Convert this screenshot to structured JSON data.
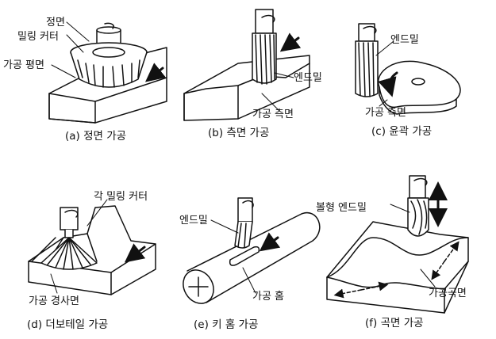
{
  "panels": [
    {
      "id": "a",
      "caption": "(a) 정면 가공",
      "labels": {
        "tool": "정면",
        "tool_line2": "밀링 커터",
        "surface": "가공 평면"
      }
    },
    {
      "id": "b",
      "caption": "(b) 측면 가공",
      "labels": {
        "tool": "엔드밀",
        "surface": "가공 측면"
      }
    },
    {
      "id": "c",
      "caption": "(c) 윤곽 가공",
      "labels": {
        "tool": "엔드밀",
        "surface": "가공 측면"
      }
    },
    {
      "id": "d",
      "caption": "(d) 더보테일 가공",
      "labels": {
        "tool": "각 밀링 커터",
        "surface": "가공 경사면"
      }
    },
    {
      "id": "e",
      "caption": "(e) 키 홈 가공",
      "labels": {
        "tool": "엔드밀",
        "surface": "가공 홈"
      }
    },
    {
      "id": "f",
      "caption": "(f) 곡면 가공",
      "labels": {
        "tool": "볼형 엔드밀",
        "surface": "가공곡면"
      }
    }
  ]
}
